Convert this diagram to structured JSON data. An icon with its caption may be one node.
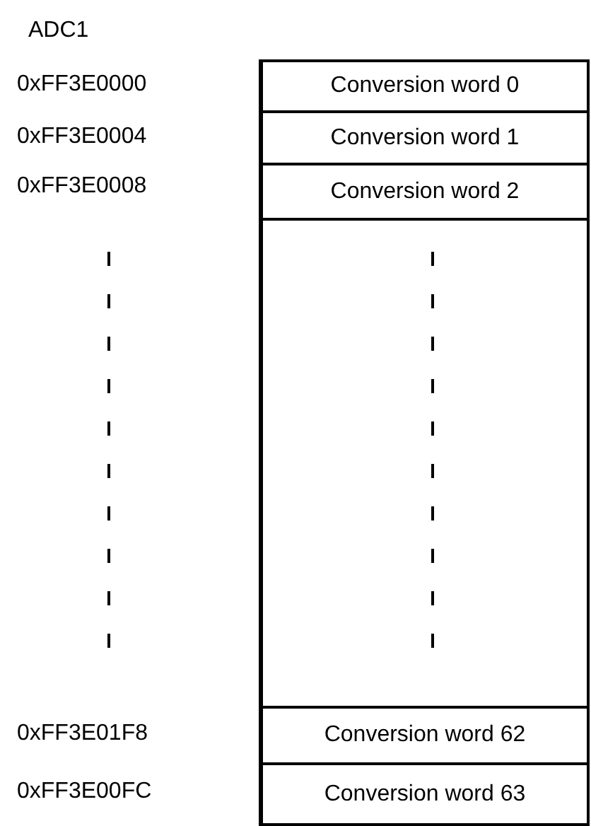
{
  "diagram": {
    "nodes": [
      {
        "text": [
          "Conversion word 0"
        ]
      },
      {
        "text": [
          "Conversion word 1"
        ]
      },
      {
        "text": [
          "Conversion word 2"
        ]
      },
      {
        "text": [],
        "shape": "box"
      },
      {
        "text": [
          "Conversion word 62"
        ]
      },
      {
        "text": [
          "Conversion word 63"
        ]
      }
    ],
    "labels": [
      "ADC1",
      "0xFF3E0000",
      "0xFF3E0004",
      "0xFF3E0008",
      "0xFF3E01F8",
      "0xFF3E00FC"
    ]
  }
}
